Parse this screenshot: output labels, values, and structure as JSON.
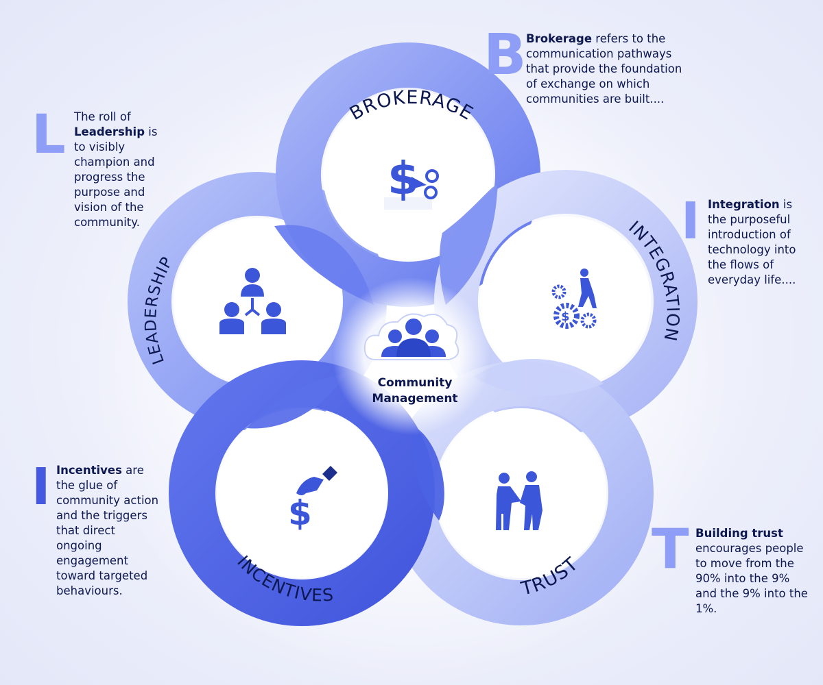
{
  "center": {
    "line1": "Community",
    "line2": "Management"
  },
  "segments": {
    "brokerage": "BROKERAGE",
    "integration": "INTEGRATION",
    "trust": "TRUST",
    "incentives": "INCENTIVES",
    "leadership": "LEADERSHIP"
  },
  "descriptions": {
    "brokerage": {
      "letter": "B",
      "bold": "Brokerage",
      "text": " refers to the communication pathways that provide the foundation of exchange on which communities are built...."
    },
    "leadership": {
      "letter": "L",
      "pre": "The roll of ",
      "bold": "Leadership",
      "text": " is to visibly champion and progress the purpose and vision of the community."
    },
    "integration": {
      "letter": "I",
      "bold": "Integration",
      "text": " is the purposeful introduction of technology into the flows of everyday life...."
    },
    "incentives": {
      "letter": "I",
      "bold": "Incentives",
      "text": " are the glue of community action and the triggers that direct ongoing engagement toward targeted behaviours."
    },
    "trust": {
      "letter": "T",
      "bold": "Building trust",
      "text": " encourages people to move from the 90% into the 9% and the 9% into the 1%."
    }
  },
  "colors": {
    "text_dark": "#0d1850",
    "ring_dark": "#4d63e6",
    "ring_mid": "#7688f2",
    "ring_light": "#b3bff8",
    "icon_blue": "#3b56d8",
    "letter_light": "#8e9ef6",
    "letter_dark": "#4559e0"
  },
  "icons": {
    "brokerage": "dollar-scissors-icon",
    "integration": "gears-person-icon",
    "trust": "handshake-icon",
    "incentives": "hand-dollar-icon",
    "leadership": "hierarchy-people-icon",
    "center": "community-group-icon"
  }
}
